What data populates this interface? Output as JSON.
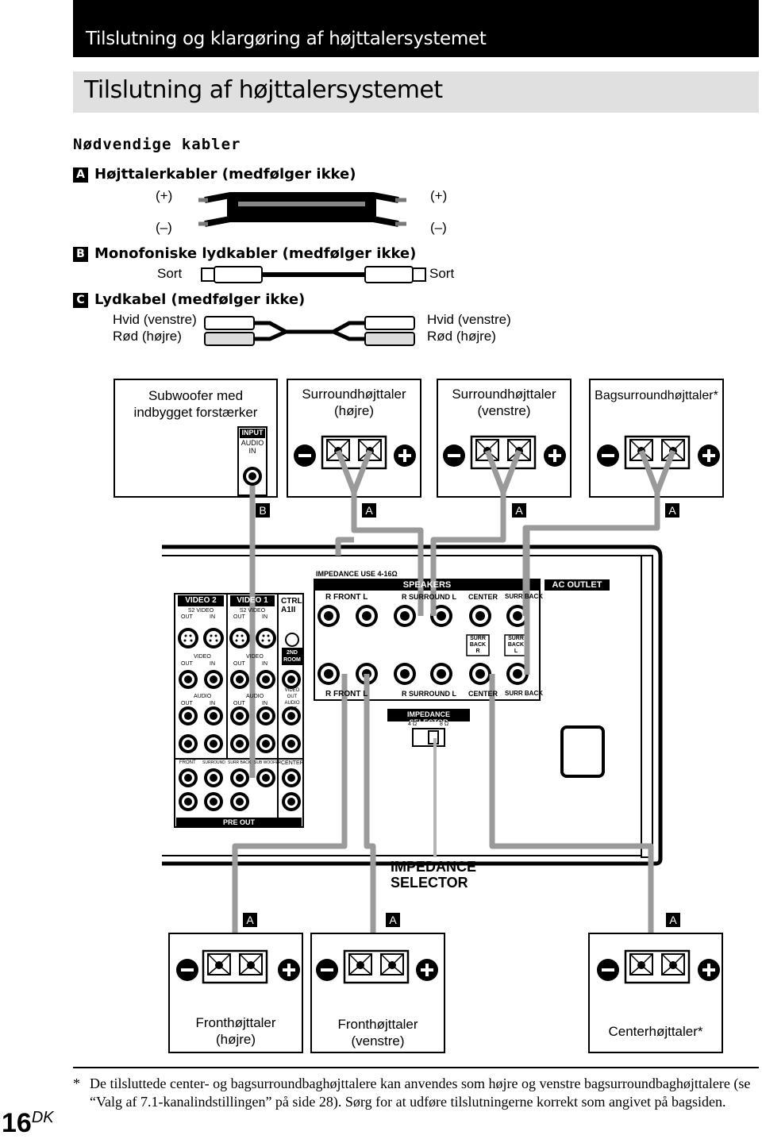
{
  "header": {
    "chapter_title": "Tilslutning og klargøring af højttalersystemet"
  },
  "section": {
    "title": "Tilslutning af højttalersystemet"
  },
  "cables": {
    "heading": "Nødvendige kabler",
    "a": {
      "letter": "A",
      "label": "Højttalerkabler (medfølger ikke)",
      "plus": "(+)",
      "minus": "(–)"
    },
    "b": {
      "letter": "B",
      "label": "Monofoniske lydkabler (medfølger ikke)",
      "color": "Sort"
    },
    "c": {
      "letter": "C",
      "label": "Lydkabel (medfølger ikke)",
      "white": "Hvid (venstre)",
      "red": "Rød (højre)"
    }
  },
  "top_devices": {
    "subwoofer": {
      "line1": "Subwoofer med",
      "line2": "indbygget forstærker",
      "input": "INPUT",
      "audio_in1": "AUDIO",
      "audio_in2": "IN"
    },
    "surround_right": {
      "line1": "Surroundhøjttaler",
      "line2": "(højre)"
    },
    "surround_left": {
      "line1": "Surroundhøjttaler",
      "line2": "(venstre)"
    },
    "surround_back": {
      "line1": "Bagsurroundhøjttaler*"
    }
  },
  "cable_tags": {
    "b": "B",
    "a": "A"
  },
  "receiver": {
    "impedance_use": "IMPEDANCE USE 4-16Ω",
    "speakers": "SPEAKERS",
    "ac_outlet": "AC OUTLET",
    "front": "R  FRONT  L",
    "surround": "R SURROUND L",
    "center": "CENTER",
    "surr_back": "SURR BACK",
    "surr_back_r": [
      "SURR",
      "BACK",
      "R"
    ],
    "surr_back_l": [
      "SURR",
      "BACK",
      "L"
    ],
    "impedance_selector": "IMPEDANCE SELECTOR",
    "imp_4": "4 Ω",
    "imp_8": "8 Ω",
    "video2": "VIDEO 2",
    "video1": "VIDEO 1",
    "s2_video": "S2 VIDEO",
    "ctrl": [
      "CTRL",
      "A1II"
    ],
    "video": "VIDEO",
    "audio": "AUDIO",
    "out": "OUT",
    "in": "IN",
    "second_room": [
      "2ND",
      "ROOM"
    ],
    "video_out": [
      "VIDEO OUT",
      "AUDIO",
      "OUT"
    ],
    "pre_out": "PRE OUT",
    "pre_out_labels": [
      "FRONT",
      "SURROUND",
      "SURR BACK",
      "SUB WOOFER",
      "CENTER"
    ]
  },
  "impedance_callout": {
    "line1": "IMPEDANCE",
    "line2": "SELECTOR"
  },
  "bottom_devices": {
    "front_right": {
      "line1": "Fronthøjttaler",
      "line2": "(højre)"
    },
    "front_left": {
      "line1": "Fronthøjttaler",
      "line2": "(venstre)"
    },
    "center": {
      "line1": "Centerhøjttaler*"
    }
  },
  "footnote": {
    "marker": "*",
    "text": "De tilsluttede center- og bagsurroundbaghøjttalere kan anvendes som højre og venstre bagsurroundbaghøjttalere (se “Valg af 7.1-kanalindstillingen” på side 28). Sørg for at udføre tilslutningerne korrekt som angivet på bagsiden."
  },
  "page": {
    "number": "16",
    "suffix": "DK"
  }
}
